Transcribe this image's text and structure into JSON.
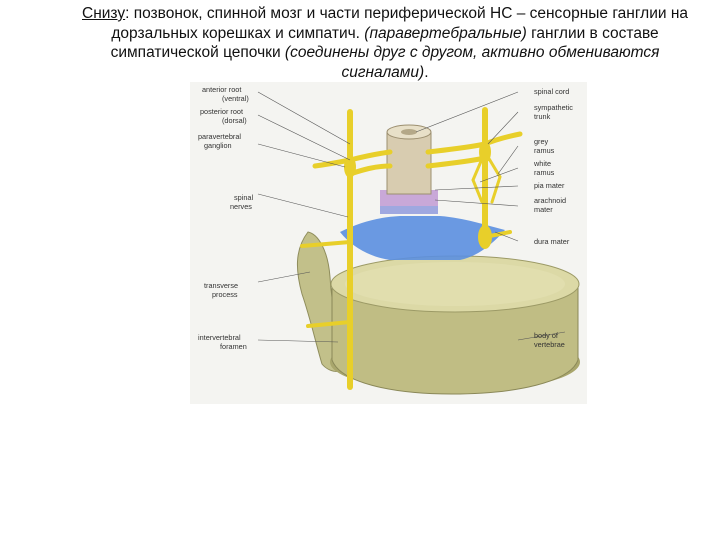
{
  "caption": {
    "lead": "Снизу",
    "part1": ": позвонок, спинной мозг и части периферической НС – сенсорные ганглии на дорзальных корешках и симпатич. ",
    "part2": "(паравертебральные)",
    "part3": " ганглии в составе симпатической цепочки ",
    "part4": "(соединены друг с другом, активно обмениваются сигналами)",
    "part5": "."
  },
  "labels": {
    "anterior_root": "anterior root",
    "anterior_root_sub": "(ventral)",
    "posterior_root": "posterior root",
    "posterior_root_sub": "(dorsal)",
    "paravertebral": "paravertebral",
    "paravertebral_sub": "ganglion",
    "spinal_nerves": "spinal",
    "spinal_nerves_sub": "nerves",
    "transverse": "transverse",
    "transverse_sub": "process",
    "intervertebral": "intervertebral",
    "intervertebral_sub": "foramen",
    "spinal_cord": "spinal cord",
    "sympathetic": "sympathetic",
    "sympathetic_sub": "trunk",
    "grey_ramus": "grey",
    "grey_ramus_sub": "ramus",
    "white_ramus": "white",
    "white_ramus_sub": "ramus",
    "pia_mater": "pia mater",
    "arachnoid": "arachnoid",
    "arachnoid_sub": "mater",
    "dura_mater": "dura mater",
    "body_of": "body of",
    "body_of_sub": "vertebrae"
  },
  "colors": {
    "bone": "#c9c78e",
    "nerve": "#e8cf2a",
    "dura": "#5b8fe0",
    "cord": "#d8ccb0",
    "arachnoid": "#c9a8d8"
  }
}
